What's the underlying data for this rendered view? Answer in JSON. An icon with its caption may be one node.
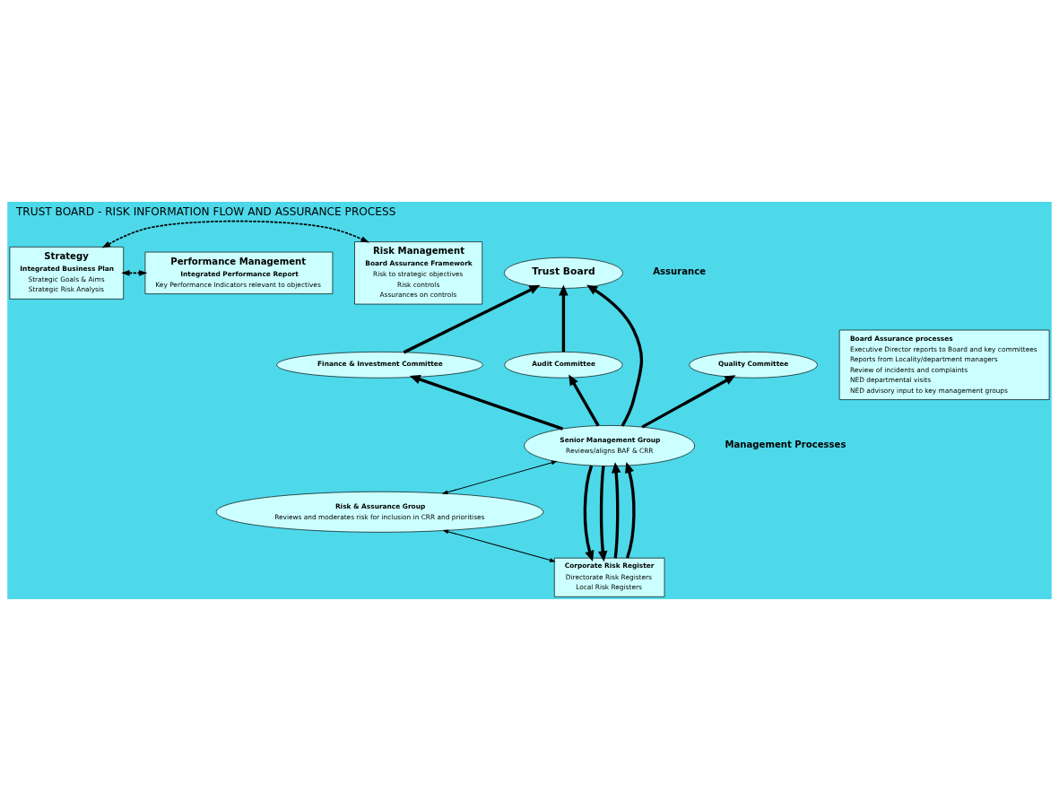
{
  "diagram": {
    "title": "TRUST BOARD - RISK INFORMATION FLOW AND ASSURANCE PROCESS",
    "nodes": [
      {
        "text": [
          "Strategy",
          "Integrated Business Plan",
          "Strategic Goals & Aims",
          "Strategic Risk Analysis"
        ]
      },
      {
        "text": [
          "Performance Management",
          "Integrated Performance Report",
          "Key Performance Indicators relevant to objectives"
        ]
      },
      {
        "text": [
          "Risk Management",
          "Board Assurance Framework",
          "Risk to strategic objectives",
          "Risk controls",
          "Assurances on controls"
        ]
      },
      {
        "text": [
          "Trust Board"
        ]
      },
      {
        "text": [
          "Finance & Investment Committee"
        ]
      },
      {
        "text": [
          "Quality Committee"
        ]
      },
      {
        "text": [
          "Audit Committee"
        ]
      },
      {
        "text": [
          "Board Assurance processes",
          "Executive Director reports to Board and key committees",
          "Reports from Locality/department managers",
          "Review of incidents and complaints",
          "NED departmental visits",
          "NED advisory input to key management groups"
        ]
      },
      {
        "text": [
          "Senior Management Group",
          "Reviews/aligns BAF & CRR"
        ]
      },
      {
        "text": [
          "Risk & Assurance Group",
          "Reviews and moderates risk for inclusion in CRR and prioritises"
        ]
      },
      {
        "text": [
          "Corporate Risk Register",
          "Directorate Risk Registers",
          "Local Risk Registers"
        ]
      }
    ],
    "edges": [
      {
        "from": 0,
        "to": 1,
        "arrow": "both",
        "style": "dashed"
      },
      {
        "from": 0,
        "to": 2,
        "arrow": "both",
        "style": "dashed"
      },
      {
        "from": 4,
        "to": 3,
        "arrow": "to"
      },
      {
        "from": 8,
        "to": 3,
        "arrow": "to"
      },
      {
        "from": 6,
        "to": 3,
        "arrow": "to"
      },
      {
        "from": 8,
        "to": 4,
        "arrow": "to"
      },
      {
        "from": 8,
        "to": 5,
        "arrow": "to"
      },
      {
        "from": 8,
        "to": 6,
        "arrow": "to"
      },
      {
        "from": 8,
        "to": 9,
        "arrow": "both"
      },
      {
        "from": 9,
        "to": 10,
        "arrow": "both"
      },
      {
        "from": 8,
        "to": 10,
        "arrow": "to"
      },
      {
        "from": 8,
        "to": 10,
        "arrow": "to"
      },
      {
        "from": 10,
        "to": 8,
        "arrow": "to"
      },
      {
        "from": 10,
        "to": 8,
        "arrow": "to"
      }
    ],
    "labels": [
      "Assurance",
      "Management Processes"
    ]
  }
}
